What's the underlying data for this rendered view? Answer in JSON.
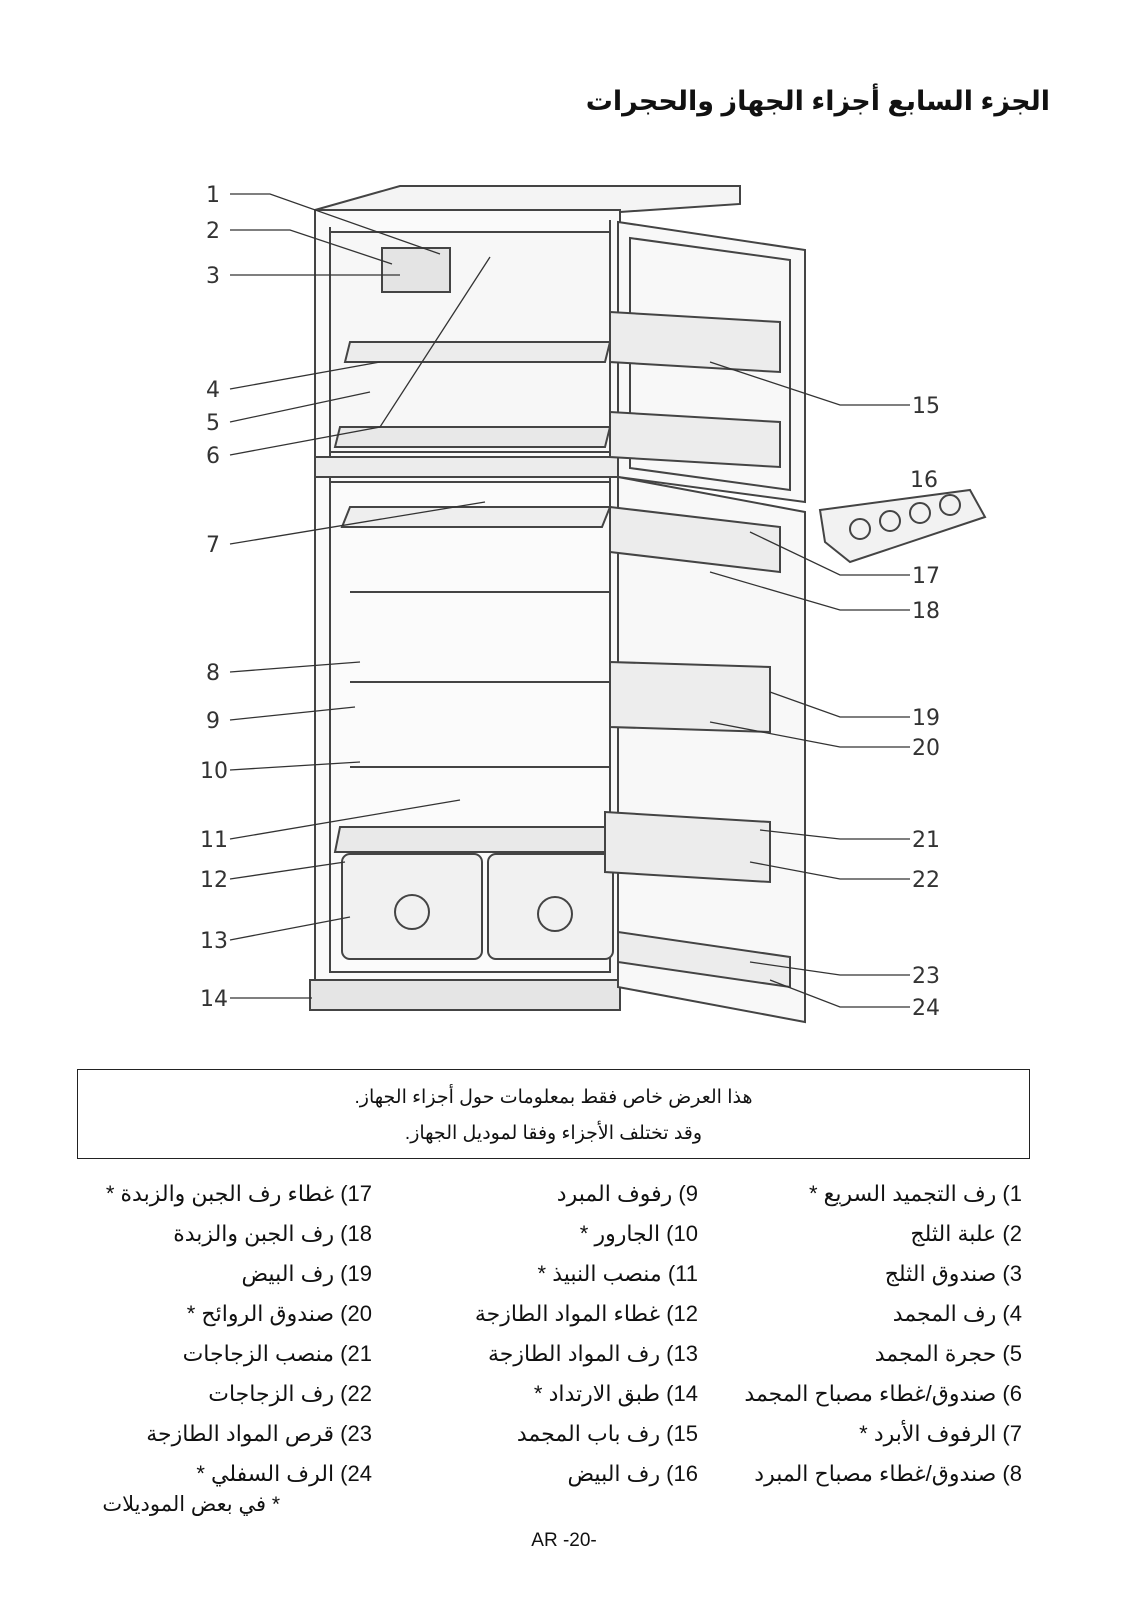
{
  "title": "الجزء السابع أجزاء الجهاز والحجرات",
  "callouts": [
    "1",
    "2",
    "3",
    "4",
    "5",
    "6",
    "7",
    "8",
    "9",
    "10",
    "11",
    "12",
    "13",
    "14",
    "15",
    "16",
    "17",
    "18",
    "19",
    "20",
    "21",
    "22",
    "23",
    "24"
  ],
  "notice": {
    "line1": "هذا العرض خاص فقط بمعلومات حول أجزاء الجهاز.",
    "line2": "وقد تختلف الأجزاء وفقا لموديل الجهاز."
  },
  "parts": {
    "col1": [
      "1) رف التجميد السريع *",
      "2) علبة الثلج",
      "3) صندوق الثلج",
      "4) رف المجمد",
      "5) حجرة المجمد",
      "6) صندوق/غطاء مصباح المجمد",
      "7) الرفوف الأبرد *",
      "8) صندوق/غطاء مصباح المبرد"
    ],
    "col2": [
      "9) رفوف المبرد",
      "10) الجارور *",
      "11) منصب النبيذ *",
      "12) غطاء المواد الطازجة",
      "13) رف المواد الطازجة",
      "14) طبق الارتداد *",
      "15) رف باب المجمد",
      "16) رف البيض"
    ],
    "col3": [
      "17) غطاء رف الجبن والزبدة *",
      "18) رف الجبن والزبدة",
      "19) رف البيض",
      "20) صندوق الروائح *",
      "21) منصب الزجاجات",
      "22) رف الزجاجات",
      "23) قرص المواد الطازجة",
      "24) الرف السفلي *"
    ]
  },
  "footnote": "* في بعض الموديلات",
  "page_number": "AR -20-"
}
